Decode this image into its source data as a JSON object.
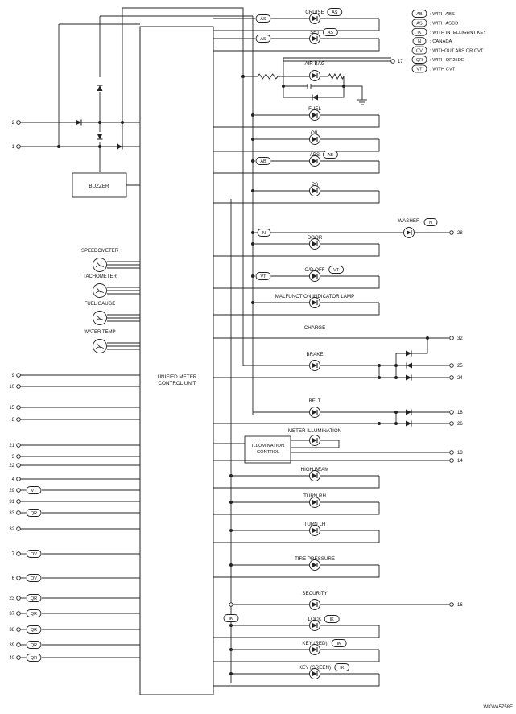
{
  "ecu_title": [
    "UNIFIED METER",
    "CONTROL UNIT"
  ],
  "buzzer": "BUZZER",
  "illumination_control": [
    "ILLUMINATION",
    "CONTROL"
  ],
  "figure_id": "WKWA5758E",
  "legend": [
    {
      "code": "AB",
      "text": ": WITH ABS"
    },
    {
      "code": "AS",
      "text": ": WITH ASCD"
    },
    {
      "code": "IK",
      "text": ": WITH INTELLIGENT KEY"
    },
    {
      "code": "N",
      "text": ": CANADA"
    },
    {
      "code": "OV",
      "text": ": WITHOUT ABS OR CVT"
    },
    {
      "code": "QR",
      "text": ": WITH QR25DE"
    },
    {
      "code": "VT",
      "text": ": WITH CVT"
    }
  ],
  "gauges": [
    "SPEEDOMETER",
    "TACHOMETER",
    "FUEL GAUGE",
    "WATER TEMP"
  ],
  "indicators": [
    {
      "label": "CRUISE",
      "tag": "AS"
    },
    {
      "label": "SET",
      "tag": "AS"
    },
    {
      "label": "AIR BAG",
      "tag": ""
    },
    {
      "label": "FUEL",
      "tag": ""
    },
    {
      "label": "OIL",
      "tag": ""
    },
    {
      "label": "ABS",
      "tag": "AB"
    },
    {
      "label": "PS",
      "tag": ""
    },
    {
      "label": "WASHER",
      "tag": "N"
    },
    {
      "label": "DOOR",
      "tag": ""
    },
    {
      "label": "O/D OFF",
      "tag": "VT"
    },
    {
      "label": "MALFUNCTION INDICATOR LAMP",
      "tag": ""
    },
    {
      "label": "CHARGE",
      "tag": ""
    },
    {
      "label": "BRAKE",
      "tag": ""
    },
    {
      "label": "BELT",
      "tag": ""
    },
    {
      "label": "METER ILLUMINATION",
      "tag": ""
    },
    {
      "label": "HIGH BEAM",
      "tag": ""
    },
    {
      "label": "TURN RH",
      "tag": ""
    },
    {
      "label": "TURN LH",
      "tag": ""
    },
    {
      "label": "TIRE PRESSURE",
      "tag": ""
    },
    {
      "label": "SECURITY",
      "tag": ""
    },
    {
      "label": "LOCK",
      "tag": "IK"
    },
    {
      "label": "KEY (RED)",
      "tag": "IK"
    },
    {
      "label": "KEY (GREEN)",
      "tag": "IK"
    }
  ],
  "wire_tags": {
    "cruise": "AS",
    "set": "AS",
    "abs": "AB",
    "washer": "N",
    "od_off": "VT",
    "lower_bus": "IK"
  },
  "left_terminals": [
    {
      "num": "2",
      "tag": ""
    },
    {
      "num": "1",
      "tag": ""
    },
    {
      "num": "9",
      "tag": ""
    },
    {
      "num": "10",
      "tag": ""
    },
    {
      "num": "15",
      "tag": ""
    },
    {
      "num": "8",
      "tag": ""
    },
    {
      "num": "21",
      "tag": ""
    },
    {
      "num": "3",
      "tag": ""
    },
    {
      "num": "22",
      "tag": ""
    },
    {
      "num": "4",
      "tag": ""
    },
    {
      "num": "29",
      "tag": "VT"
    },
    {
      "num": "31",
      "tag": ""
    },
    {
      "num": "33",
      "tag": "QR"
    },
    {
      "num": "32",
      "tag": ""
    },
    {
      "num": "7",
      "tag": "OV"
    },
    {
      "num": "6",
      "tag": "OV"
    },
    {
      "num": "23",
      "tag": "QR"
    },
    {
      "num": "37",
      "tag": "QR"
    },
    {
      "num": "38",
      "tag": "QR"
    },
    {
      "num": "39",
      "tag": "QR"
    },
    {
      "num": "40",
      "tag": "QR"
    }
  ],
  "right_terminals": [
    "17",
    "28",
    "32",
    "25",
    "24",
    "18",
    "26",
    "13",
    "14",
    "16"
  ]
}
